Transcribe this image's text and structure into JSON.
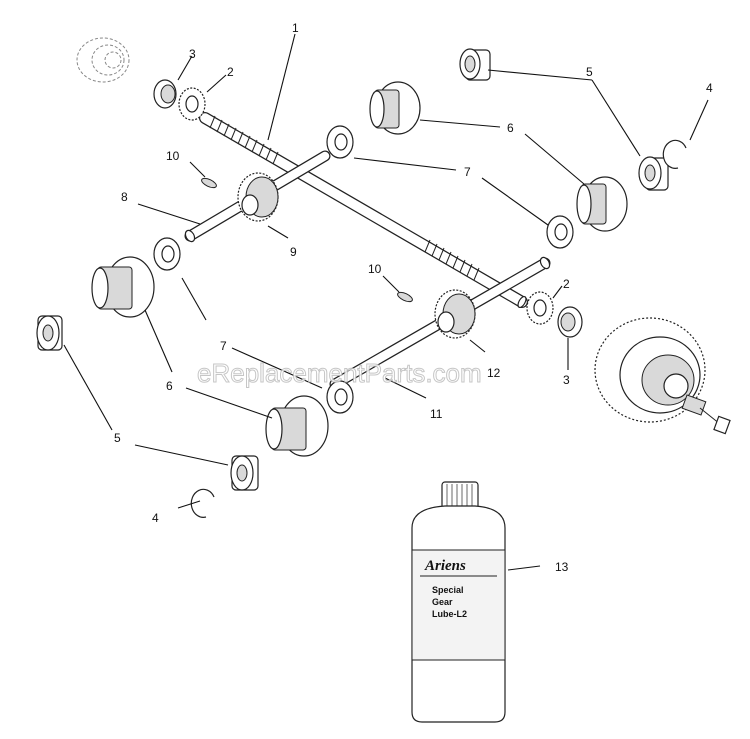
{
  "callouts": [
    "1",
    "2",
    "3",
    "4",
    "5",
    "6",
    "7",
    "8",
    "9",
    "10",
    "11",
    "12",
    "13"
  ],
  "bottle": {
    "brand": "Ariens",
    "line1": "Special",
    "line2": "Gear",
    "line3": "Lube-L2"
  },
  "watermark": "eReplacementParts.com"
}
